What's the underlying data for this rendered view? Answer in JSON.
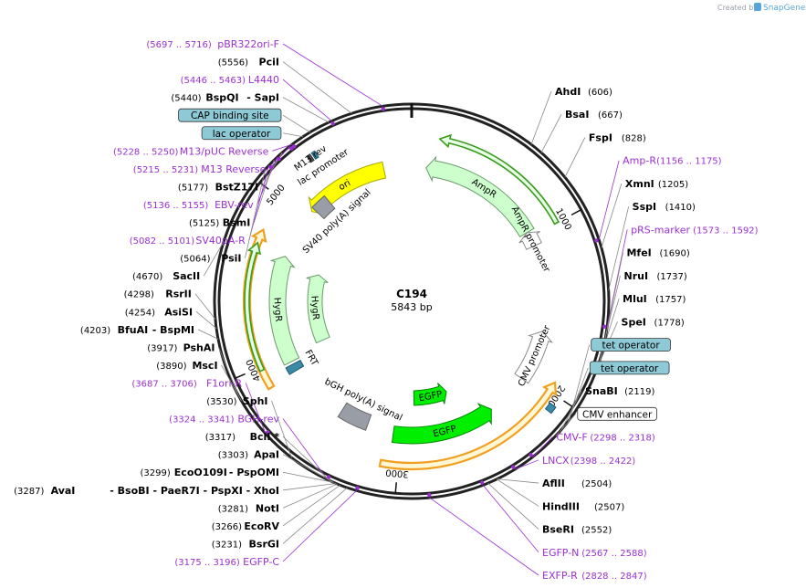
{
  "header": {
    "created_by": "Created by",
    "brand": "SnapGene"
  },
  "plasmid": {
    "name": "C194",
    "size_label": "5843 bp",
    "length": 5843
  },
  "colors": {
    "primer": "#9b30d0",
    "enzyme": "#000000",
    "yellow_feature": "#ffff00",
    "green_feature": "#00ee00",
    "pale_green_feature": "#ccffcc",
    "grey_feature": "#999ea6",
    "teal_feature": "#3a8aa8",
    "orange_feature": "#f0a020",
    "operator_box": "#8ec9d6"
  },
  "ticks": [
    {
      "bp": 1000,
      "label": "1000"
    },
    {
      "bp": 2000,
      "label": "2000"
    },
    {
      "bp": 3000,
      "label": "3000"
    },
    {
      "bp": 4000,
      "label": "4000"
    },
    {
      "bp": 5000,
      "label": "5000"
    }
  ],
  "features": [
    {
      "name": "ori",
      "label": "ori",
      "start": 5063,
      "end": 5650,
      "dir": -1,
      "type": "ori",
      "track": 1
    },
    {
      "name": "AmpR",
      "label": "AmpR",
      "start": 100,
      "end": 961,
      "dir": -1,
      "type": "cds",
      "track": 1
    },
    {
      "name": "AmpR promoter",
      "label": "AmpR promoter",
      "start": 962,
      "end": 1066,
      "dir": -1,
      "type": "promoter",
      "track": 1
    },
    {
      "name": "CMV promoter",
      "label": "CMV promoter",
      "start": 1670,
      "end": 2030,
      "dir": -1,
      "type": "promoter",
      "track": 1
    },
    {
      "name": "tet operator",
      "label": "",
      "start": 2050,
      "end": 2090,
      "dir": 0,
      "type": "operator",
      "track": 0
    },
    {
      "name": "EGFP (inner)",
      "label": "EGFP",
      "start": 2580,
      "end": 2900,
      "dir": -1,
      "type": "egfp",
      "track": 2
    },
    {
      "name": "EGFP",
      "label": "EGFP",
      "start": 2330,
      "end": 3050,
      "dir": -1,
      "type": "egfp",
      "track": 1
    },
    {
      "name": "bGH poly(A) signal",
      "label": "bGH poly(A) signal",
      "start": 3240,
      "end": 3450,
      "dir": 0,
      "type": "polya",
      "track": 1
    },
    {
      "name": "FRT",
      "label": "FRT",
      "start": 3880,
      "end": 3930,
      "dir": 0,
      "type": "operator",
      "track": 1
    },
    {
      "name": "HygR inner",
      "label": "HygR",
      "start": 4000,
      "end": 4640,
      "dir": 1,
      "type": "cds",
      "track": 2
    },
    {
      "name": "HygR",
      "label": "HygR",
      "start": 3950,
      "end": 4700,
      "dir": 1,
      "type": "cds",
      "track": 1
    },
    {
      "name": "SV40 poly(A) signal",
      "label": "SV40 poly(A) signal",
      "start": 5085,
      "end": 5200,
      "dir": 0,
      "type": "polya",
      "track": 1
    },
    {
      "name": "lac promoter",
      "label": "lac promoter",
      "start": 5290,
      "end": 5310,
      "dir": 0,
      "type": "operator",
      "track": 0
    },
    {
      "name": "M13 rev",
      "label": "M13 rev",
      "start": 5260,
      "end": 5280,
      "dir": 0,
      "type": "primer",
      "track": 0
    }
  ],
  "orange_arcs": [
    {
      "name": "outer-orange-bottom",
      "start": 1940,
      "end": 3100,
      "dir": -1
    },
    {
      "name": "outer-orange-left",
      "start": 3870,
      "end": 4800,
      "dir": 1
    }
  ],
  "green_arcs": [
    {
      "name": "outer-green-right",
      "start": 160,
      "end": 1000,
      "dir": -1
    },
    {
      "name": "outer-green-left",
      "start": 3980,
      "end": 4720,
      "dir": 1
    }
  ],
  "enzymes_right": [
    {
      "name": "AhdI",
      "pos": "(606)",
      "bp": 606
    },
    {
      "name": "BsaI",
      "pos": "(667)",
      "bp": 667
    },
    {
      "name": "FspI",
      "pos": "(828)",
      "bp": 828
    },
    {
      "name": "XmnI",
      "pos": "(1205)",
      "bp": 1205
    },
    {
      "name": "SspI",
      "pos": "(1410)",
      "bp": 1410
    },
    {
      "name": "MfeI",
      "pos": "(1690)",
      "bp": 1690
    },
    {
      "name": "NruI",
      "pos": "(1737)",
      "bp": 1737
    },
    {
      "name": "MluI",
      "pos": "(1757)",
      "bp": 1757
    },
    {
      "name": "SpeI",
      "pos": "(1778)",
      "bp": 1778
    },
    {
      "name": "SnaBI",
      "pos": "(2119)",
      "bp": 2119
    },
    {
      "name": "AflII",
      "pos": "(2504)",
      "bp": 2504
    },
    {
      "name": "HindIII",
      "pos": "(2507)",
      "bp": 2507
    },
    {
      "name": "BseRI",
      "pos": "(2552)",
      "bp": 2552
    }
  ],
  "enzymes_left": [
    {
      "name": "PciI",
      "pos": "(5556)",
      "bp": 5556
    },
    {
      "name": "BspQI",
      "pos": "(5440)",
      "bp": 5440,
      "extra": "- SapI"
    },
    {
      "name": "BstZ17I",
      "pos": "(5177)",
      "bp": 5177
    },
    {
      "name": "BsmI",
      "pos": "(5125)",
      "bp": 5125
    },
    {
      "name": "PsiI",
      "pos": "(5064)",
      "bp": 5064
    },
    {
      "name": "SacII",
      "pos": "(4670)",
      "bp": 4670
    },
    {
      "name": "RsrII",
      "pos": "(4298)",
      "bp": 4298
    },
    {
      "name": "AsiSI",
      "pos": "(4254)",
      "bp": 4254
    },
    {
      "name": "BfuAI",
      "pos": "(4203)",
      "bp": 4203,
      "extra": "- BspMI"
    },
    {
      "name": "PshAI",
      "pos": "(3917)",
      "bp": 3917
    },
    {
      "name": "MscI",
      "pos": "(3890)",
      "bp": 3890
    },
    {
      "name": "SphI",
      "pos": "(3530)",
      "bp": 3530
    },
    {
      "name": "BclI *",
      "pos": "(3317)",
      "bp": 3317
    },
    {
      "name": "ApaI",
      "pos": "(3303)",
      "bp": 3303
    },
    {
      "name": "EcoO109I",
      "pos": "(3299)",
      "bp": 3299,
      "extra": "- PspOMI"
    },
    {
      "name": "AvaI",
      "pos": "(3287)",
      "bp": 3287,
      "extra": "- BsoBI  - PaeR7I  - PspXI  - XhoI"
    },
    {
      "name": "NotI",
      "pos": "(3281)",
      "bp": 3281
    },
    {
      "name": "EcoRV",
      "pos": "(3266)",
      "bp": 3266
    },
    {
      "name": "BsrGI",
      "pos": "(3231)",
      "bp": 3231
    }
  ],
  "primers": [
    {
      "name": "pBR322ori-F",
      "range": "(5697 .. 5716)",
      "bp": 5706
    },
    {
      "name": "L4440",
      "range": "(5446 .. 5463)",
      "bp": 5455
    },
    {
      "name": "M13/pUC Reverse",
      "range": "(5228 .. 5250)",
      "bp": 5239
    },
    {
      "name": "M13 Reverse",
      "range": "(5215 .. 5231)",
      "bp": 5223
    },
    {
      "name": "EBV-rev",
      "range": "(5136 .. 5155)",
      "bp": 5145
    },
    {
      "name": "SV40pA-R",
      "range": "(5082 .. 5101)",
      "bp": 5091
    },
    {
      "name": "F1ori-R",
      "range": "(3687 .. 3706)",
      "bp": 3696
    },
    {
      "name": "BGH-rev",
      "range": "(3324 .. 3341)",
      "bp": 3332
    },
    {
      "name": "EGFP-C",
      "range": "(3175 .. 3196)",
      "bp": 3185
    },
    {
      "name": "EXFP-R",
      "range": "(2828 .. 2847)",
      "bp": 2837
    },
    {
      "name": "EGFP-N",
      "range": "(2567 .. 2588)",
      "bp": 2577
    },
    {
      "name": "LNCX",
      "range": "(2398 .. 2422)",
      "bp": 2410
    },
    {
      "name": "CMV-F",
      "range": "(2298 .. 2318)",
      "bp": 2308
    },
    {
      "name": "pRS-marker",
      "range": "(1573 .. 1592)",
      "bp": 1582
    },
    {
      "name": "Amp-R",
      "range": "(1156 .. 1175)",
      "bp": 1165
    }
  ],
  "boxes": [
    {
      "name": "CAP binding site",
      "kind": "blue",
      "bp": 5340
    },
    {
      "name": "lac operator",
      "kind": "blue",
      "bp": 5300
    },
    {
      "name": "CMV enhancer",
      "kind": "white",
      "bp": 2160
    },
    {
      "name": "tet operator",
      "kind": "blue",
      "bp": 2060
    },
    {
      "name": "tet operator",
      "kind": "blue",
      "bp": 2070
    }
  ]
}
